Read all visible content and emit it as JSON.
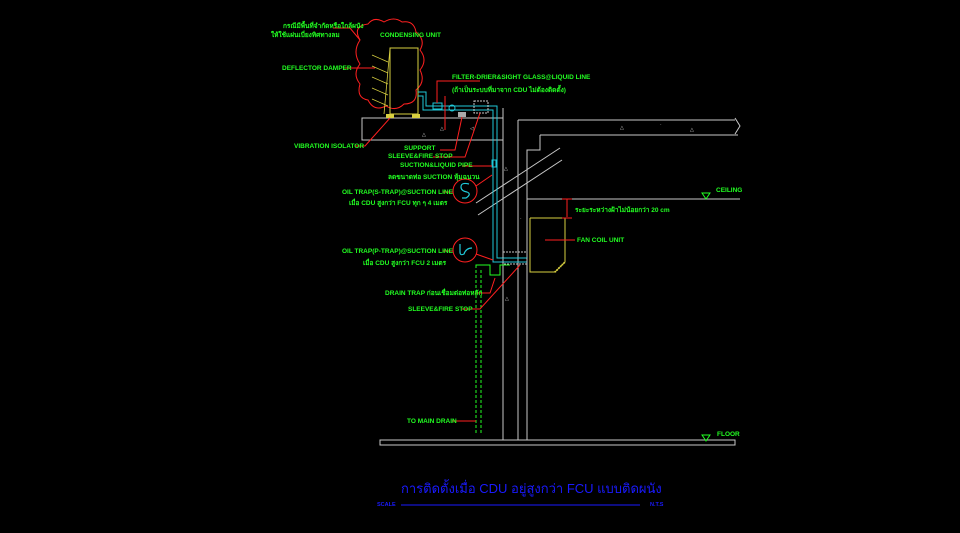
{
  "labels": {
    "note_deflector": [
      "กรณีมีพื้นที่จำกัดหรือใกล้ผนัง",
      "ให้ใช้แผ่นเบี่ยงทิศทางลม"
    ],
    "condensing_unit": "CONDENSING UNIT",
    "deflector_damper": "DEFLECTOR DAMPER",
    "filter_drier": [
      "FILTER-DRIER&SIGHT GLASS@LIQUID LINE",
      "(ถ้าเป็นระบบที่มาจาก CDU ไม่ต้องติดตั้ง)"
    ],
    "vibration_isolator": "VIBRATION ISOLATOR",
    "support": "SUPPORT",
    "sleeve_fire_stop_top": "SLEEVE&FIRE STOP",
    "suction_liquid_pipe": [
      "SUCTION&LIQUID PIPE",
      "ลดขนาดท่อ SUCTION หุ้มฉนวน"
    ],
    "oil_trap_upper": [
      "OIL TRAP(S-TRAP)@SUCTION LINE",
      "เมื่อ CDU สูงกว่า FCU ทุก ๆ 4 เมตร"
    ],
    "oil_trap_lower": [
      "OIL TRAP(P-TRAP)@SUCTION LINE",
      "เมื่อ CDU สูงกว่า FCU 2 เมตร"
    ],
    "ceiling": "CEILING",
    "ceiling_gap": "ระยะระหว่างฝ้าไม่น้อยกว่า 20 cm",
    "fan_coil_unit": "FAN COIL UNIT",
    "drain_trap": "DRAIN TRAP ก่อนเชื่อมต่อท่อหลัก",
    "sleeve_fire_stop_bottom": "SLEEVE&FIRE STOP",
    "to_main_drain": "TO MAIN DRAIN",
    "floor": "FLOOR"
  },
  "title": {
    "text": "การติดตั้งเมื่อ CDU อยู่สูงกว่า FCU แบบติดผนัง",
    "scale_label": "SCALE",
    "scale_value": "N.T.S"
  },
  "colors": {
    "label": "#22ff22",
    "leader": "#ff2020",
    "pipe": "#20c8d8",
    "equipment": "#d8d040",
    "structure": "#c8c8c8",
    "title": "#1a1aff"
  }
}
